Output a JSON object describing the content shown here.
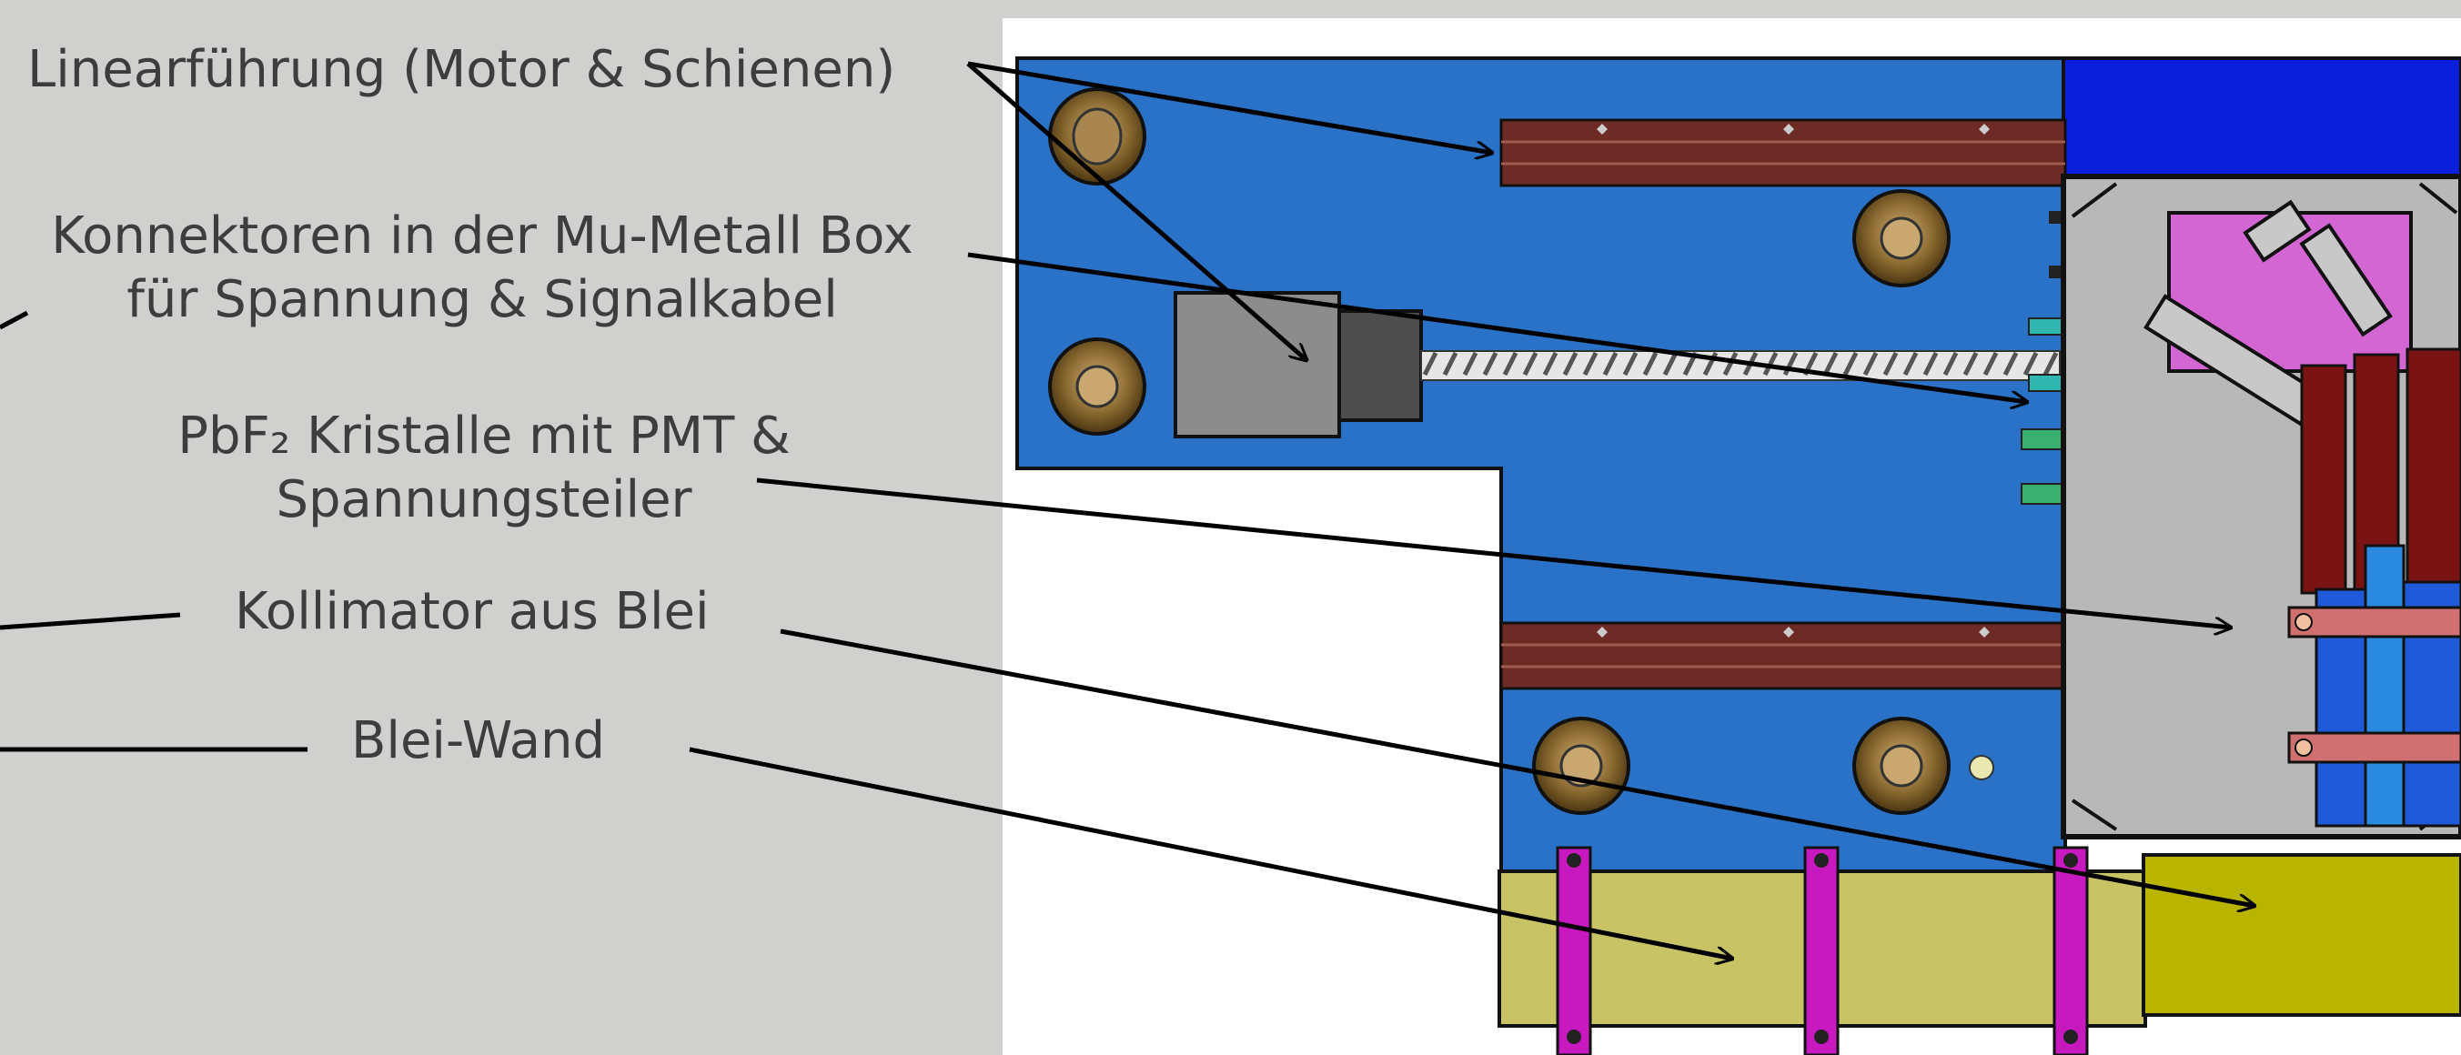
{
  "labels": {
    "linear": "Linearführung (Motor & Schienen)",
    "connectors_line1": "Konnektoren in der Mu-Metall Box",
    "connectors_line2": "für Spannung & Signalkabel",
    "crystals_line1": "PbF₂  Kristalle mit PMT &",
    "crystals_line2": "Spannungsteiler",
    "collimator": "Kollimator aus Blei",
    "wall": "Blei-Wand"
  },
  "colors": {
    "background_panel": "#d0d0ce",
    "drawing_background": "#ffffff",
    "base_plate": "#2a72c8",
    "top_bar": "#0a1edb",
    "rails": "#6e2a24",
    "box_interior": "#b8b8b8",
    "crystal_holder": "#d466d4",
    "pmt_dark_red": "#7a1414",
    "pmt_blue": "#1f5ad8",
    "clamp": "#d07070",
    "lead_wall": "#c8c466",
    "collimator": "#b8b400",
    "wall_straps": "#c818c0",
    "motor_light": "#8c8c8c",
    "motor_dark": "#4e4e4e",
    "bolts": "#8a6a30",
    "connectors": "#30b8b0"
  }
}
